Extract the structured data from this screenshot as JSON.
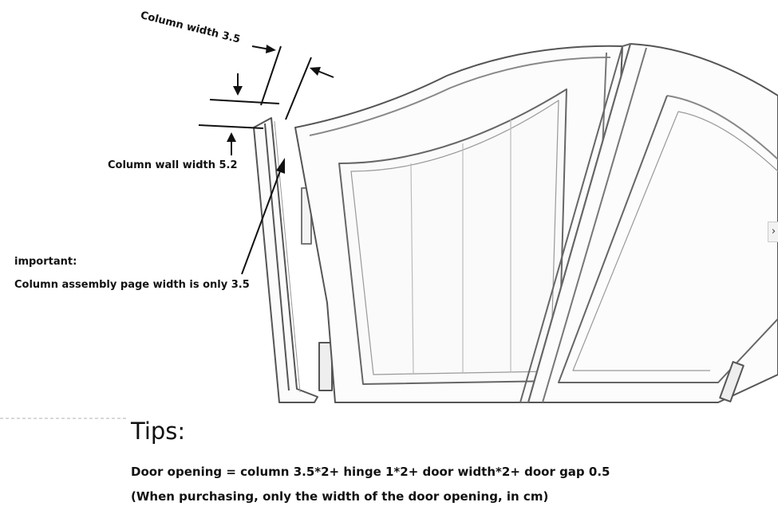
{
  "annotations": {
    "column_width": "Column width 3.5",
    "column_wall_width": "Column wall width 5.2",
    "important_title": "important:",
    "important_text": "Column assembly page width is only 3.5"
  },
  "tips": {
    "title": "Tips:",
    "line1": "Door opening = column 3.5*2+ hinge 1*2+ door width*2+ door gap 0.5",
    "line2": "(When purchasing, only the width of the door opening, in cm)"
  },
  "nav": {
    "next_glyph": "›"
  }
}
